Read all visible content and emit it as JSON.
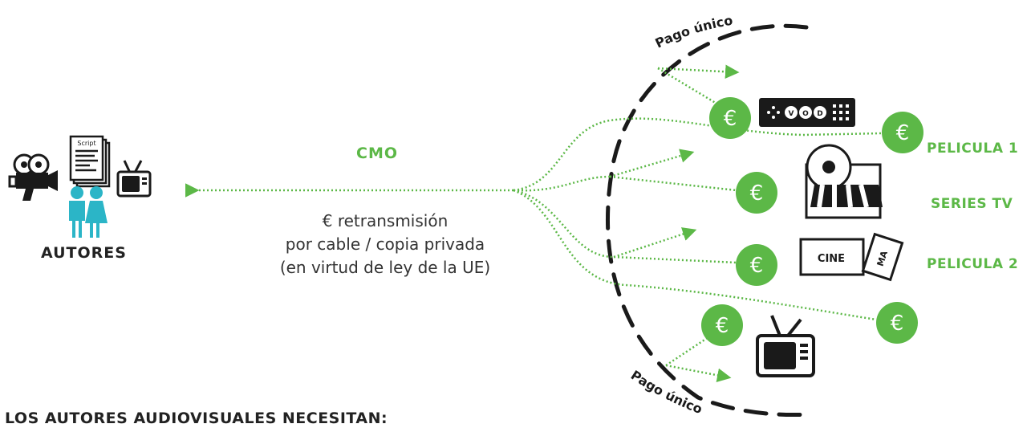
{
  "labels": {
    "autores": "AUTORES",
    "cmo": "CMO",
    "caption_line1": "€ retransmisión",
    "caption_line2": "por cable / copia privada",
    "caption_line3": "(en virtud de ley de la UE)",
    "footer_heading": "LOS AUTORES AUDIOVISUALES NECESITAN:",
    "pago_unico_top": "Pago único",
    "pago_unico_bottom": "Pago único",
    "pelicula1": "PELICULA 1",
    "series_tv": "SERIES TV",
    "pelicula2": "PELICULA 2",
    "euro": "€",
    "vod": "VOD",
    "cine": "CINE",
    "ma": "MA",
    "script": "Script"
  },
  "colors": {
    "accent": "#5cb847",
    "dark": "#1a1a1a",
    "text": "#333333"
  },
  "icons": [
    "film-camera-icon",
    "script-icon",
    "tv-icon",
    "people-icon",
    "vod-player-icon",
    "cinema-store-icon",
    "cinema-ticket-icon",
    "euro-coin-icon"
  ]
}
